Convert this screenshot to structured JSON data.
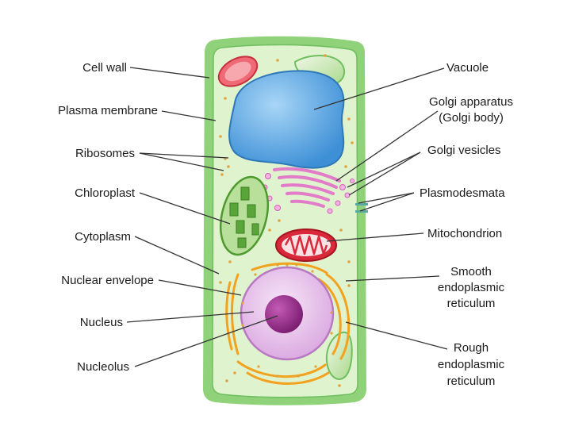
{
  "labels": {
    "cell_wall": "Cell wall",
    "plasma_membrane": "Plasma membrane",
    "ribosomes": "Ribosomes",
    "chloroplast": "Chloroplast",
    "cytoplasm": "Cytoplasm",
    "nuclear_envelope": "Nuclear envelope",
    "nucleus": "Nucleus",
    "nucleolus": "Nucleolus",
    "vacuole": "Vacuole",
    "golgi_1": "Golgi apparatus",
    "golgi_2": "(Golgi body)",
    "golgi_vesicles": "Golgi vesicles",
    "plasmodesmata": "Plasmodesmata",
    "mitochondrion": "Mitochondrion",
    "smooth_er_1": "Smooth",
    "smooth_er_2": "endoplasmic",
    "smooth_er_3": "reticulum",
    "rough_er_1": "Rough",
    "rough_er_2": "endoplasmic",
    "rough_er_3": "reticulum"
  },
  "colors": {
    "cell_wall": "#8fd27a",
    "cytoplasm": "#dff3cf",
    "vacuole": "#5aa9e6",
    "golgi": "#e27cc9",
    "chloroplast": "#7bc043",
    "mitochondrion": "#d8283a",
    "nucleus": "#e9c6ec",
    "nucleolus": "#9b2d8e",
    "er": "#f2a21e"
  }
}
